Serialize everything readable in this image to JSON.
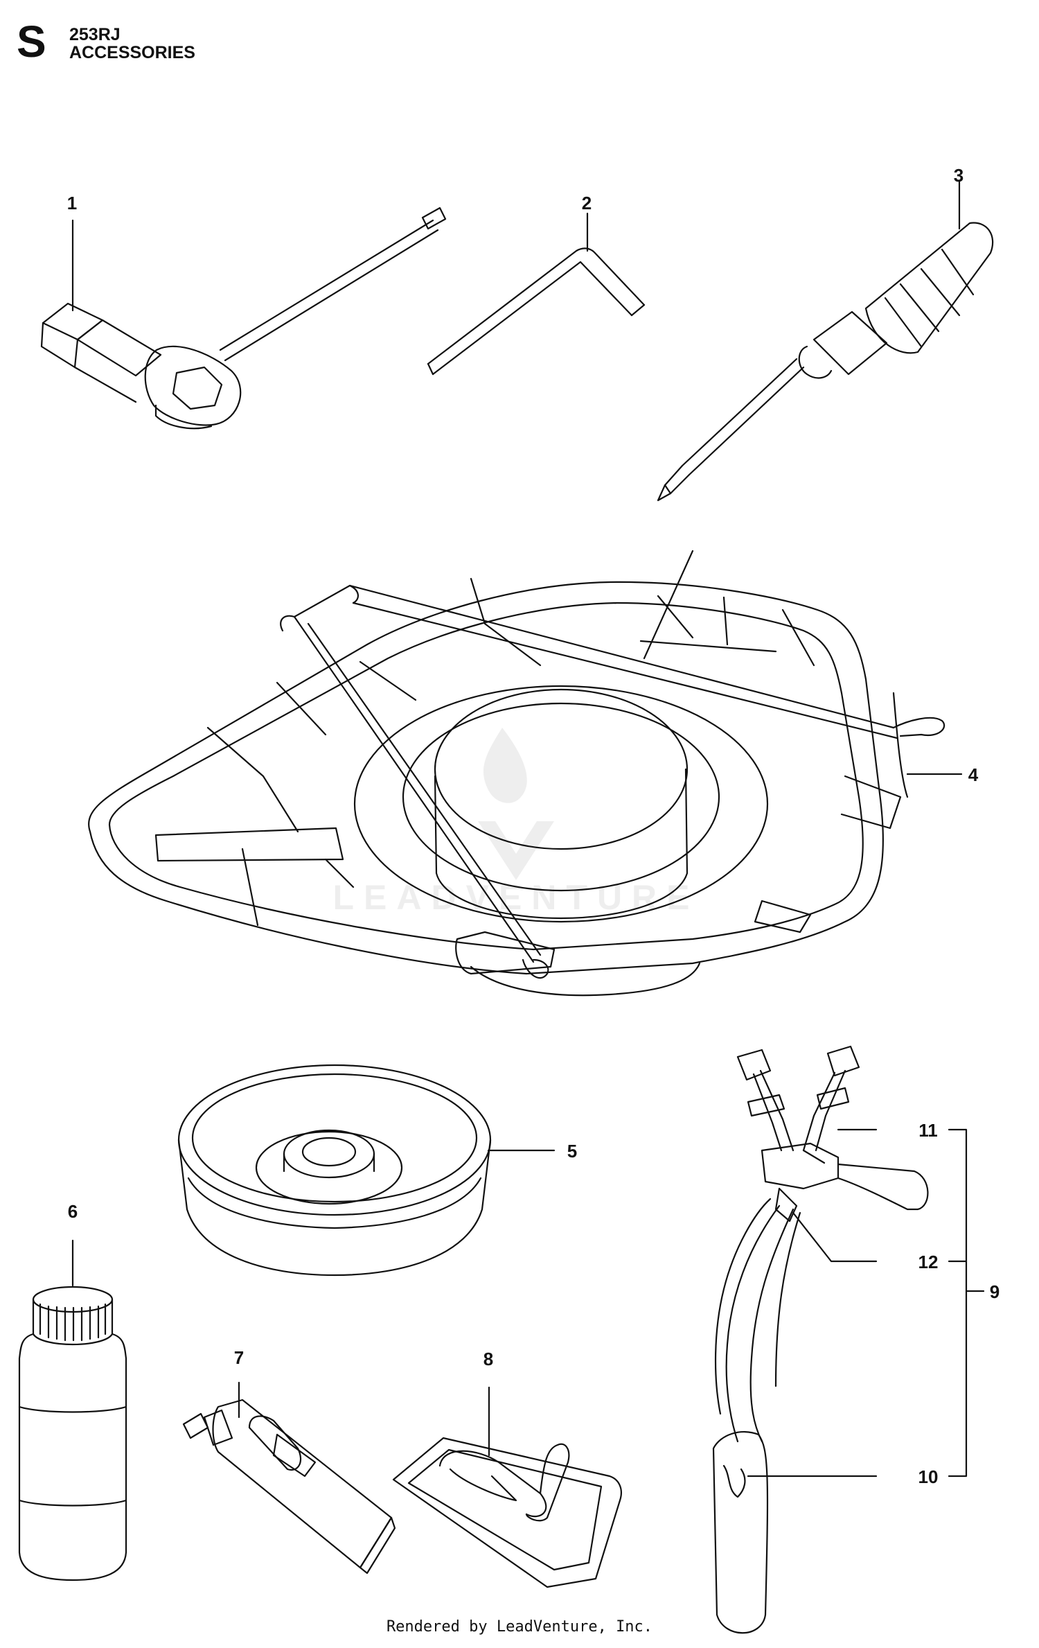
{
  "header": {
    "section": "S",
    "model": "253RJ",
    "title": "ACCESSORIES"
  },
  "watermark": "LEADVENTURE",
  "callouts": {
    "c1": "1",
    "c2": "2",
    "c3": "3",
    "c4": "4",
    "c5": "5",
    "c6": "6",
    "c7": "7",
    "c8": "8",
    "c9": "9",
    "c10": "10",
    "c11": "11",
    "c12": "12"
  },
  "footer": "Rendered by LeadVenture, Inc."
}
